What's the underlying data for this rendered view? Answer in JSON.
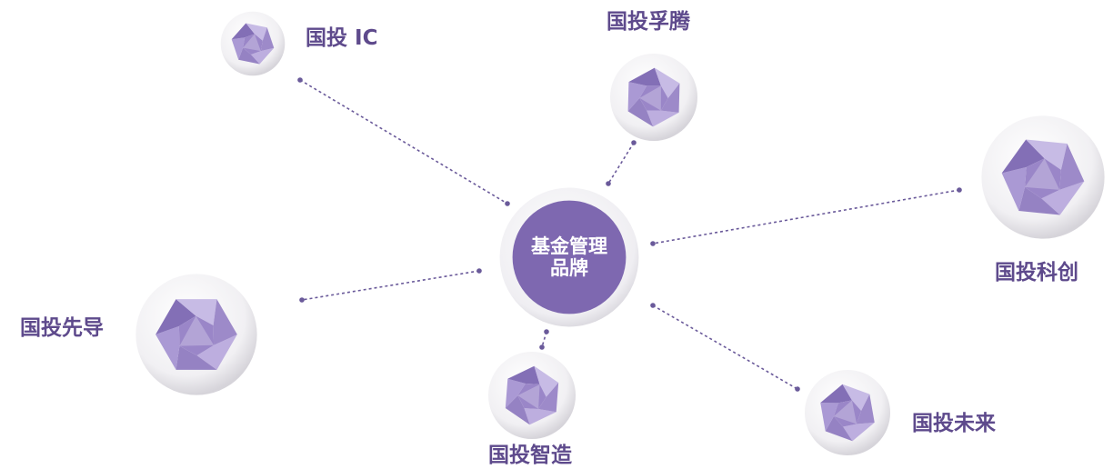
{
  "center": {
    "line1": "基金管理",
    "line2": "品牌"
  },
  "brands": [
    {
      "id": "ic",
      "label": "国投 IC"
    },
    {
      "id": "futeng",
      "label": "国投孚腾"
    },
    {
      "id": "kechuang",
      "label": "国投科创"
    },
    {
      "id": "weilai",
      "label": "国投未来"
    },
    {
      "id": "zhizao",
      "label": "国投智造"
    },
    {
      "id": "xiandao",
      "label": "国投先导"
    }
  ],
  "colors": {
    "accent": "#5e4a8c",
    "center_fill": "#7e68b0",
    "gem": "#9a86c8",
    "connector": "#6a5a9a"
  },
  "icons": {
    "brand_orb": "gem-icon"
  }
}
